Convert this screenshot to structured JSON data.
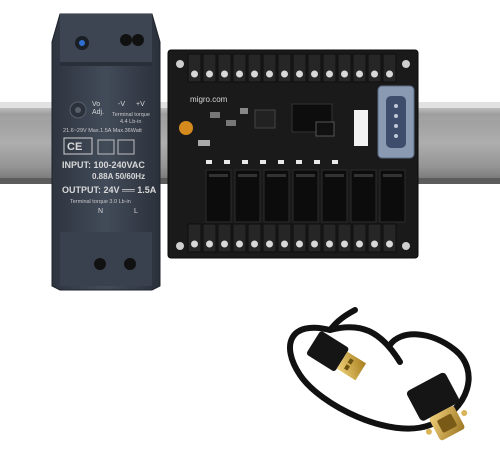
{
  "psu": {
    "vo_label": "Vo",
    "adj_label": "Adj.",
    "terminal_minus": "-V",
    "terminal_plus": "+V",
    "torque_top": "Terminal torque",
    "torque_top_value": "4.4 Lb-in",
    "spec_line": "21.6~29V   Max.1.5A   Max.36Watt",
    "input_line1": "INPUT: 100-240VAC",
    "input_line2": "0.88A  50/60Hz",
    "output_line": "OUTPUT: 24V ══ 1.5A",
    "torque_bottom": "Terminal torque 3.0 Lb-in",
    "n_label": "N",
    "l_label": "L"
  },
  "board": {
    "brand": "migro.com",
    "relay_count": 7
  },
  "colors": {
    "din_rail": "#a6a6a6",
    "psu_body": "#3b4350",
    "board_pcb": "#1a1a1a",
    "terminal": "#2a2a2a",
    "cable": "#111111",
    "usb_plug": "#c9a43c",
    "db9_plug": "#caa24a"
  }
}
